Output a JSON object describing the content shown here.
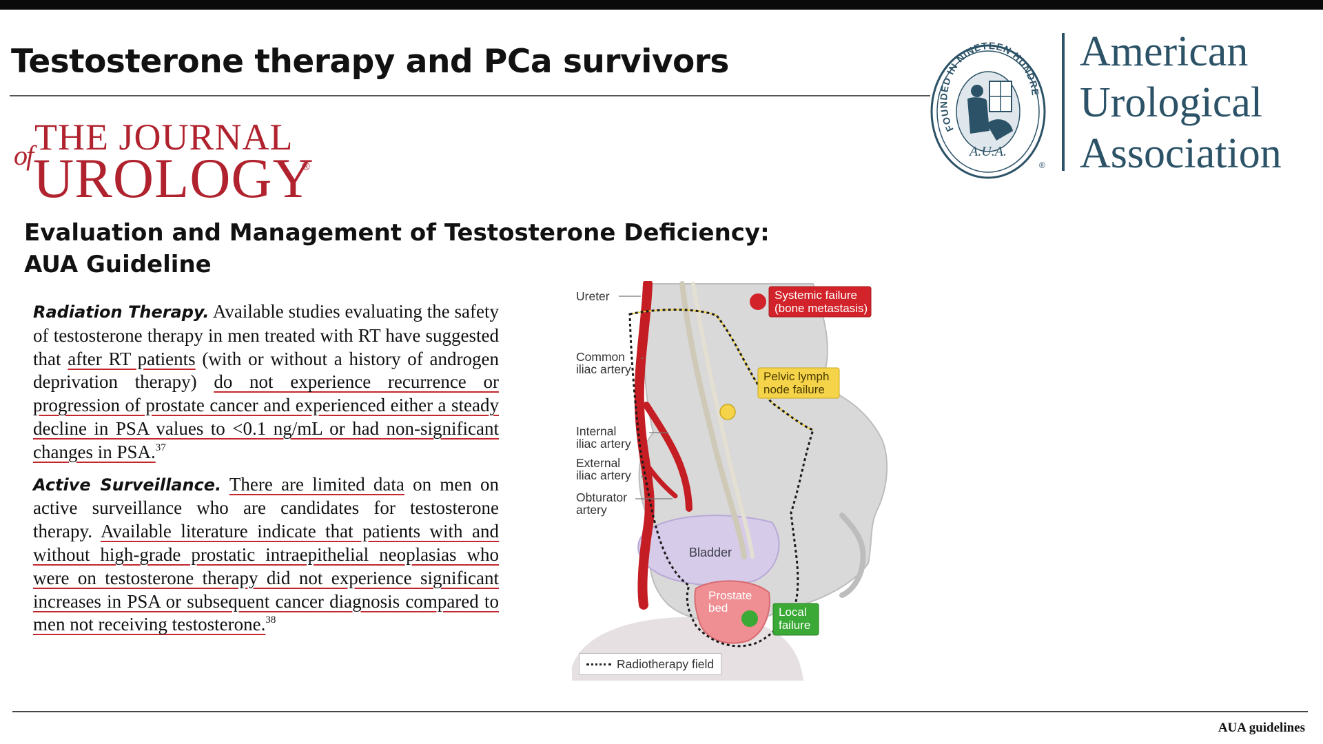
{
  "slide": {
    "title": "Testosterone therapy and PCa survivors"
  },
  "journal": {
    "of": "of",
    "the": "THE JOURNAL",
    "urology": "UROLOGY",
    "registered": "®",
    "color": "#b0222e"
  },
  "aua": {
    "seal_text": "FOUNDED IN NINETEEN HUNDRED TWO",
    "seal_monogram": "A.U.A.",
    "seal_registered": "®",
    "name_lines": [
      "American",
      "Urological",
      "Association"
    ],
    "color": "#2b5266"
  },
  "guideline": {
    "title_lines": [
      "Evaluation and Management of Testosterone Deficiency:",
      "AUA Guideline"
    ]
  },
  "sections": {
    "radiation": {
      "heading": "Radiation Therapy.",
      "t1": " Available studies evaluating the safety of testosterone therapy in men treated with RT have suggested that ",
      "u1": "after RT patients",
      "t2": " (with or without a history of androgen deprivation therapy) ",
      "u2": "do not experience recurrence or progression of prostate cancer and experienced either a steady decline in PSA values to <0.1 ng/mL or had non-significant changes in PSA.",
      "ref": "37"
    },
    "surveillance": {
      "heading": "Active Surveillance.",
      "t1": " ",
      "u1": "There are limited data",
      "t2": " on men on active surveillance who are candidates for testosterone therapy. ",
      "u2": "Available literature indicate that patients with and without high-grade prostatic intraepithelial neoplasias who were on testosterone therapy did not experience significant increases in PSA or subsequent cancer diagnosis compared to men not receiving testosterone.",
      "ref": "38"
    }
  },
  "figure": {
    "labels": {
      "ureter": "Ureter",
      "common_iliac_1": "Common",
      "common_iliac_2": "iliac artery",
      "internal_iliac_1": "Internal",
      "internal_iliac_2": "iliac artery",
      "external_iliac_1": "External",
      "external_iliac_2": "iliac artery",
      "obturator_1": "Obturator",
      "obturator_2": "artery",
      "bladder": "Bladder",
      "prostate_1": "Prostate",
      "prostate_2": "bed"
    },
    "callouts": {
      "systemic_1": "Systemic failure",
      "systemic_2": "(bone metastasis)",
      "pelvic_1": "Pelvic lymph",
      "pelvic_2": "node failure",
      "local_1": "Local",
      "local_2": "failure"
    },
    "legend": "Radiotherapy field",
    "colors": {
      "systemic": "#d2232a",
      "pelvic": "#f5d44a",
      "local": "#3aa935",
      "artery": "#c41e24",
      "bladder": "#d6cbe8",
      "prostate": "#ef8f93"
    }
  },
  "footer": {
    "source": "AUA guidelines"
  }
}
